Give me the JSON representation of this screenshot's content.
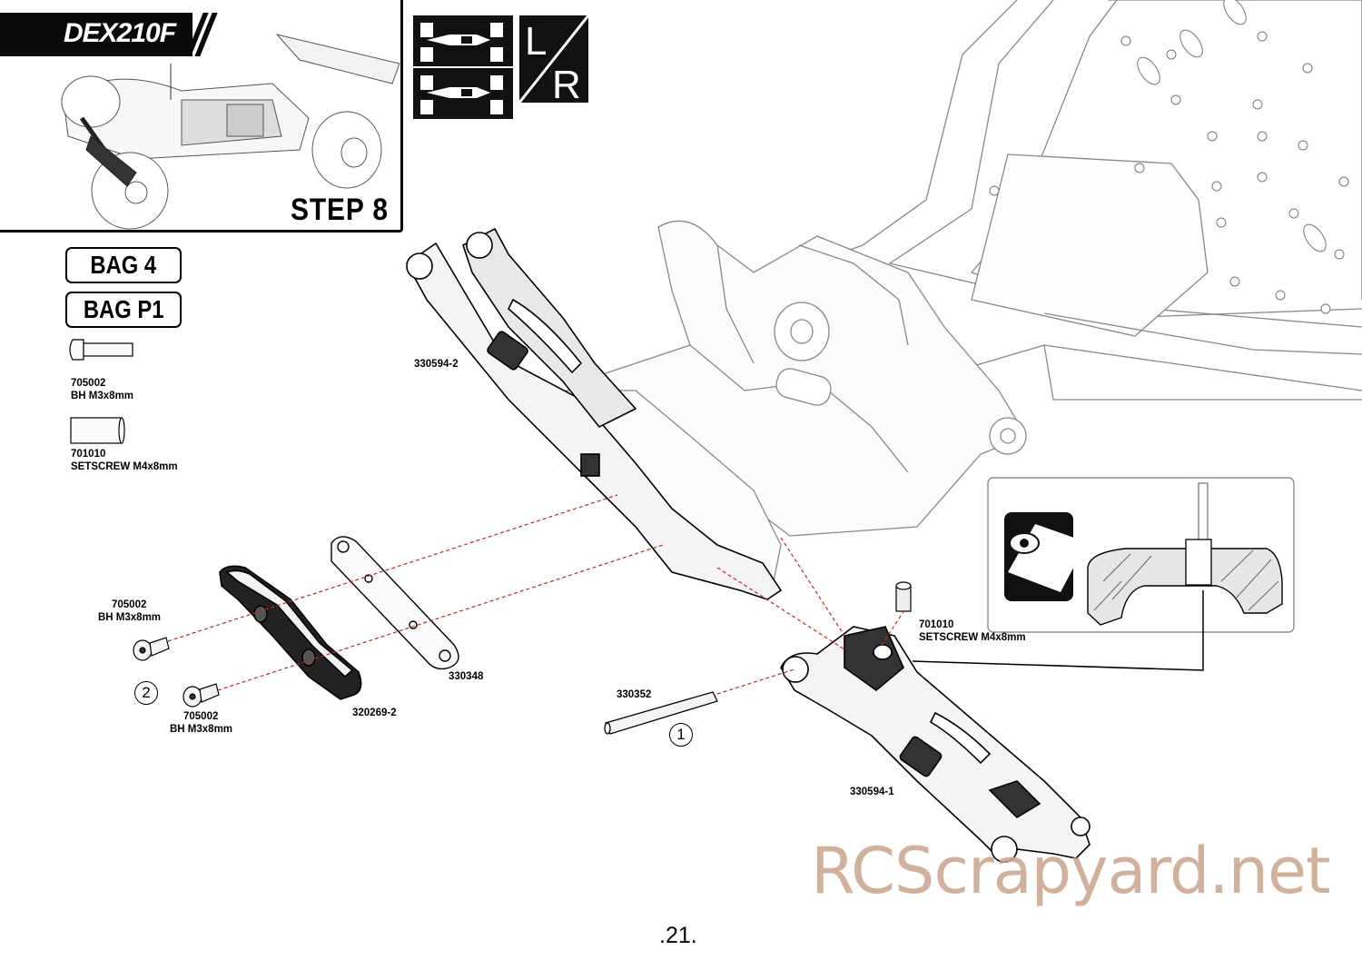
{
  "header": {
    "model": "DEX210F",
    "step_label": "STEP  8",
    "side_indicator": {
      "top": "L",
      "bottom": "R"
    }
  },
  "bags": [
    {
      "label": "BAG 4"
    },
    {
      "label": "BAG P1"
    }
  ],
  "hardware_legend": [
    {
      "part_no": "705002",
      "name": "BH M3x8mm"
    },
    {
      "part_no": "701010",
      "name": "SETSCREW M4x8mm"
    }
  ],
  "callouts": {
    "arm_top": "330594-2",
    "arm_bottom": "330594-1",
    "plate": "330348",
    "holder": "320269-2",
    "pin": "330352",
    "screw_a_no": "705002",
    "screw_a_name": "BH M3x8mm",
    "screw_b_no": "705002",
    "screw_b_name": "BH M3x8mm",
    "setscrew_no": "701010",
    "setscrew_name": "SETSCREW M4x8mm"
  },
  "sequence": {
    "first": "1",
    "second": "2"
  },
  "watermark": "RCScrapyard.net",
  "page_number": ".21.",
  "icons": [
    "car-top-view-icon",
    "eye-manual-icon"
  ]
}
